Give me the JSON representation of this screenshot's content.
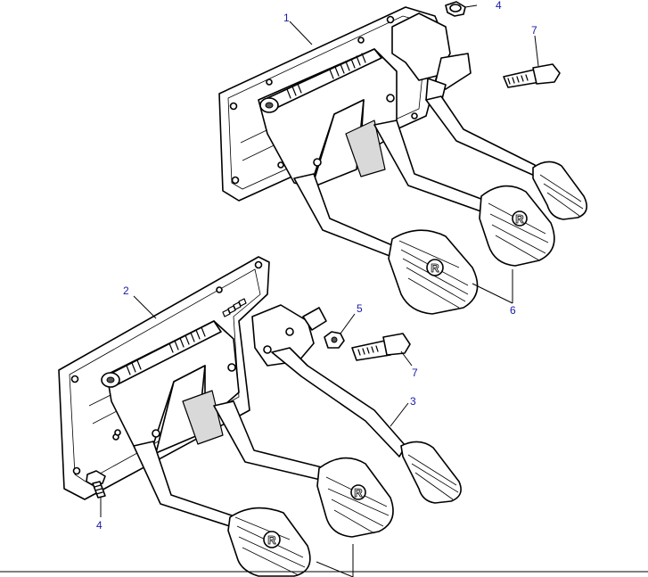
{
  "callouts": {
    "c1": "1",
    "c2": "2",
    "c3": "3",
    "c4_top": "4",
    "c4_bottom": "4",
    "c5": "5",
    "c6": "6",
    "c7_top": "7",
    "c7_mid": "7"
  },
  "pedal_pad_letter": "R",
  "colors": {
    "label": "#1a1aa6",
    "line": "#000000"
  }
}
